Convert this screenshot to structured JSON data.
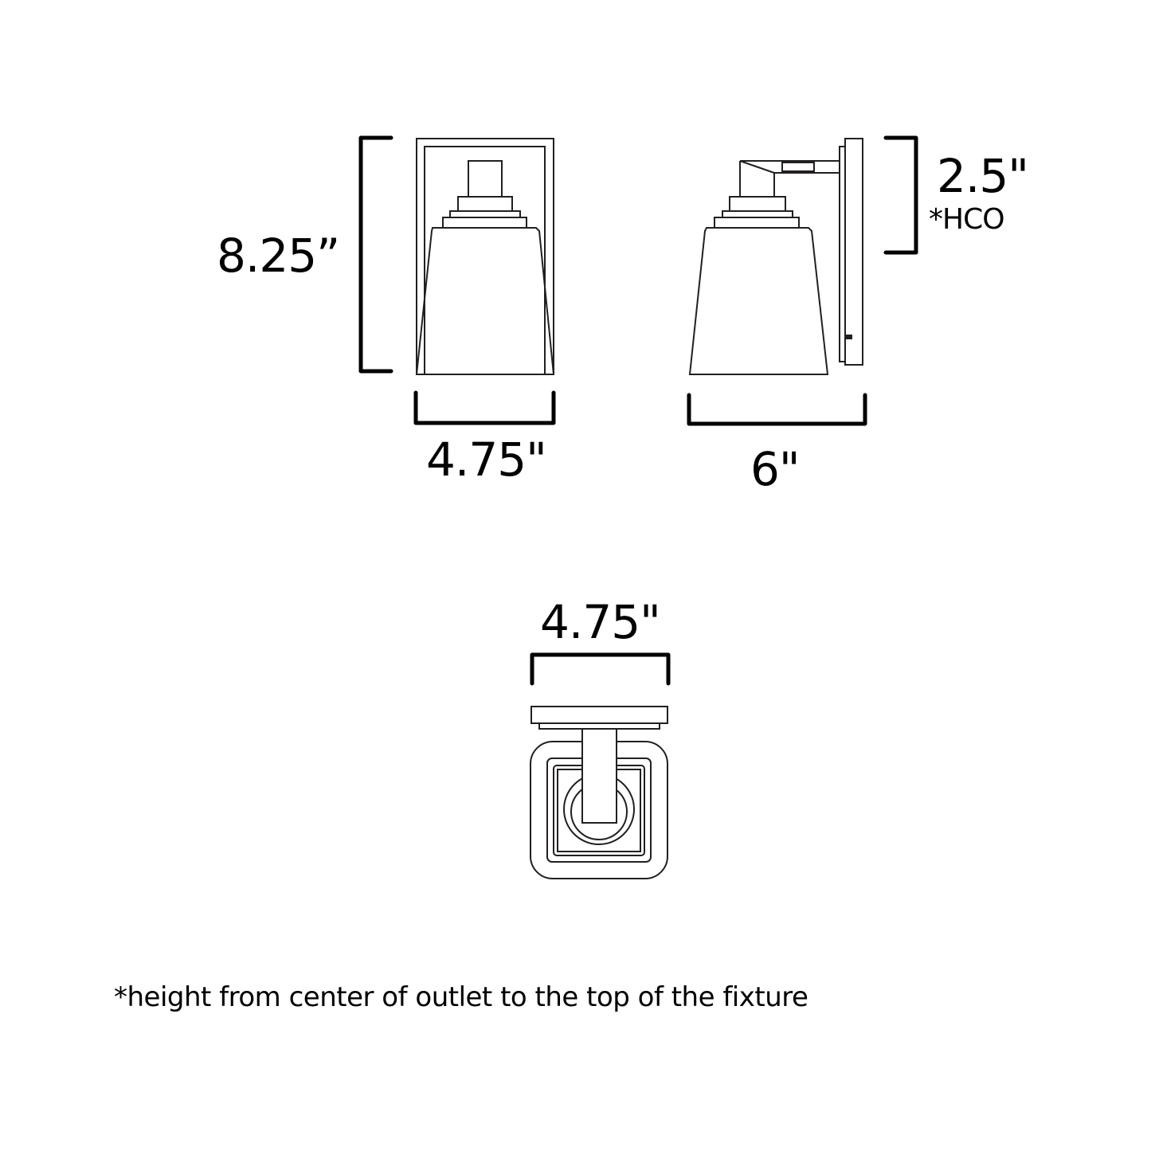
{
  "diagram": {
    "type": "dimension drawing",
    "views": {
      "front": {
        "height_label": "8.25”",
        "width_label": "4.75\""
      },
      "side": {
        "extension_label": "6\"",
        "hco_value": "2.5\"",
        "hco_label": "*HCO"
      },
      "top": {
        "width_label": "4.75\""
      }
    },
    "footnote": "*height from center of outlet to the top of the fixture",
    "colors": {
      "line": "#231f20",
      "dimension": "#000000",
      "background": "#ffffff"
    }
  }
}
